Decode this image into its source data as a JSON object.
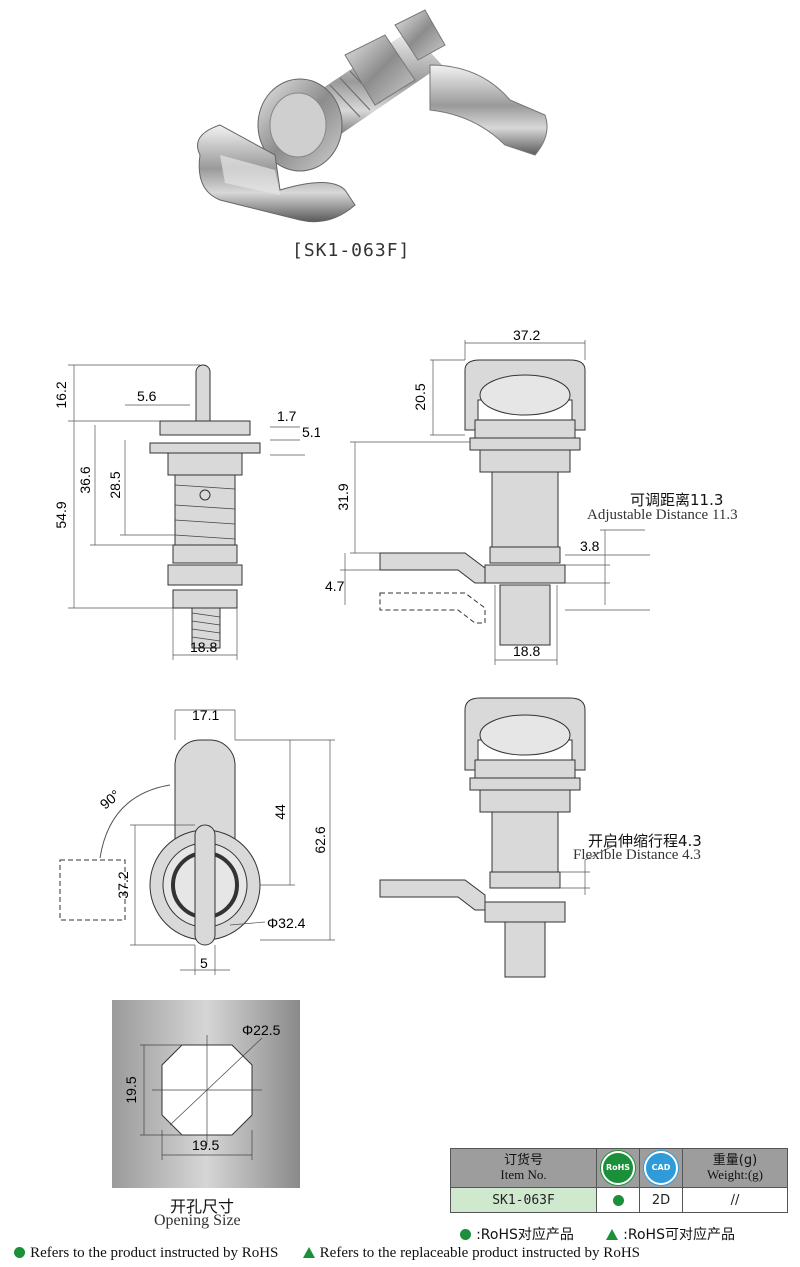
{
  "product": {
    "model": "[SK1-063F]"
  },
  "drawing": {
    "front": {
      "dims": [
        "16.2",
        "5.6",
        "1.7",
        "5.1",
        "54.9",
        "36.6",
        "28.5",
        "18.8"
      ]
    },
    "side": {
      "dims": [
        "37.2",
        "20.5",
        "31.9",
        "3.8",
        "4.7",
        "18.8"
      ],
      "adjustable_cn": "可调距离11.3",
      "adjustable_en": "Adjustable Distance 11.3"
    },
    "top": {
      "dims": [
        "17.1",
        "90°",
        "44",
        "62.6",
        "37.2",
        "Φ32.4",
        "5"
      ]
    },
    "side2": {
      "flexible_cn": "开启伸缩行程4.3",
      "flexible_en": "Flexible Distance 4.3"
    },
    "opening": {
      "dims": [
        "Φ22.5",
        "19.5",
        "19.5"
      ],
      "caption_cn": "开孔尺寸",
      "caption_en": "Opening Size"
    }
  },
  "spec_table": {
    "header": {
      "item_cn": "订货号",
      "item_en": "Item No.",
      "rohs_icon": "RoHS",
      "cad_icon": "CAD",
      "weight_cn": "重量(g)",
      "weight_en": "Weight:(g)"
    },
    "row": {
      "item": "SK1-063F",
      "cad": "2D",
      "weight": "//"
    }
  },
  "legend": {
    "dot_cn": ":RoHS对应产品",
    "tri_cn": ":RoHS可对应产品",
    "dot_en": "Refers to the product instructed by RoHS",
    "tri_en": "Refers to the replaceable product instructed by RoHS"
  },
  "colors": {
    "accent_green": "#1b8f3a",
    "cad_blue": "#2f9bd9",
    "table_header": "#9d9d9d"
  }
}
